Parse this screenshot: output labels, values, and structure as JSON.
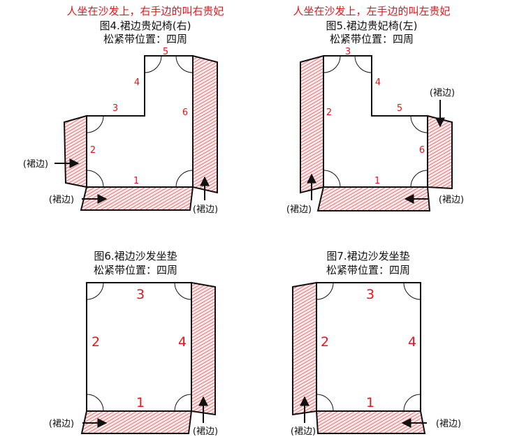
{
  "diagrams": [
    {
      "header": "人坐在沙发上，右手边的叫右贵妃",
      "title": "图4.裙边贵妃椅(右)",
      "subtitle": "松紧带位置：四周",
      "numbers": [
        "1",
        "2",
        "3",
        "4",
        "5",
        "6"
      ],
      "labels": [
        "(裙边)",
        "(裙边)",
        "(裙边)"
      ]
    },
    {
      "header": "人坐在沙发上，左手边的叫左贵妃",
      "title": "图5.裙边贵妃椅(左)",
      "subtitle": "松紧带位置：四周",
      "numbers": [
        "1",
        "2",
        "3",
        "4",
        "5",
        "6"
      ],
      "labels": [
        "(裙边)",
        "(裙边)",
        "(裙边)"
      ]
    },
    {
      "title": "图6.裙边沙发坐垫",
      "subtitle": "松紧带位置：四周",
      "numbers": [
        "1",
        "2",
        "3",
        "4"
      ],
      "labels": [
        "(裙边)",
        "(裙边)"
      ]
    },
    {
      "title": "图7.裙边沙发坐垫",
      "subtitle": "松紧带位置：四周",
      "numbers": [
        "1",
        "2",
        "3",
        "4"
      ],
      "labels": [
        "(裙边)",
        "(裙边)"
      ]
    }
  ],
  "colors": {
    "accent": "#e8141c",
    "hatch": "#e8141c",
    "skirt_bg": "#fbeaea",
    "line": "#111111"
  }
}
